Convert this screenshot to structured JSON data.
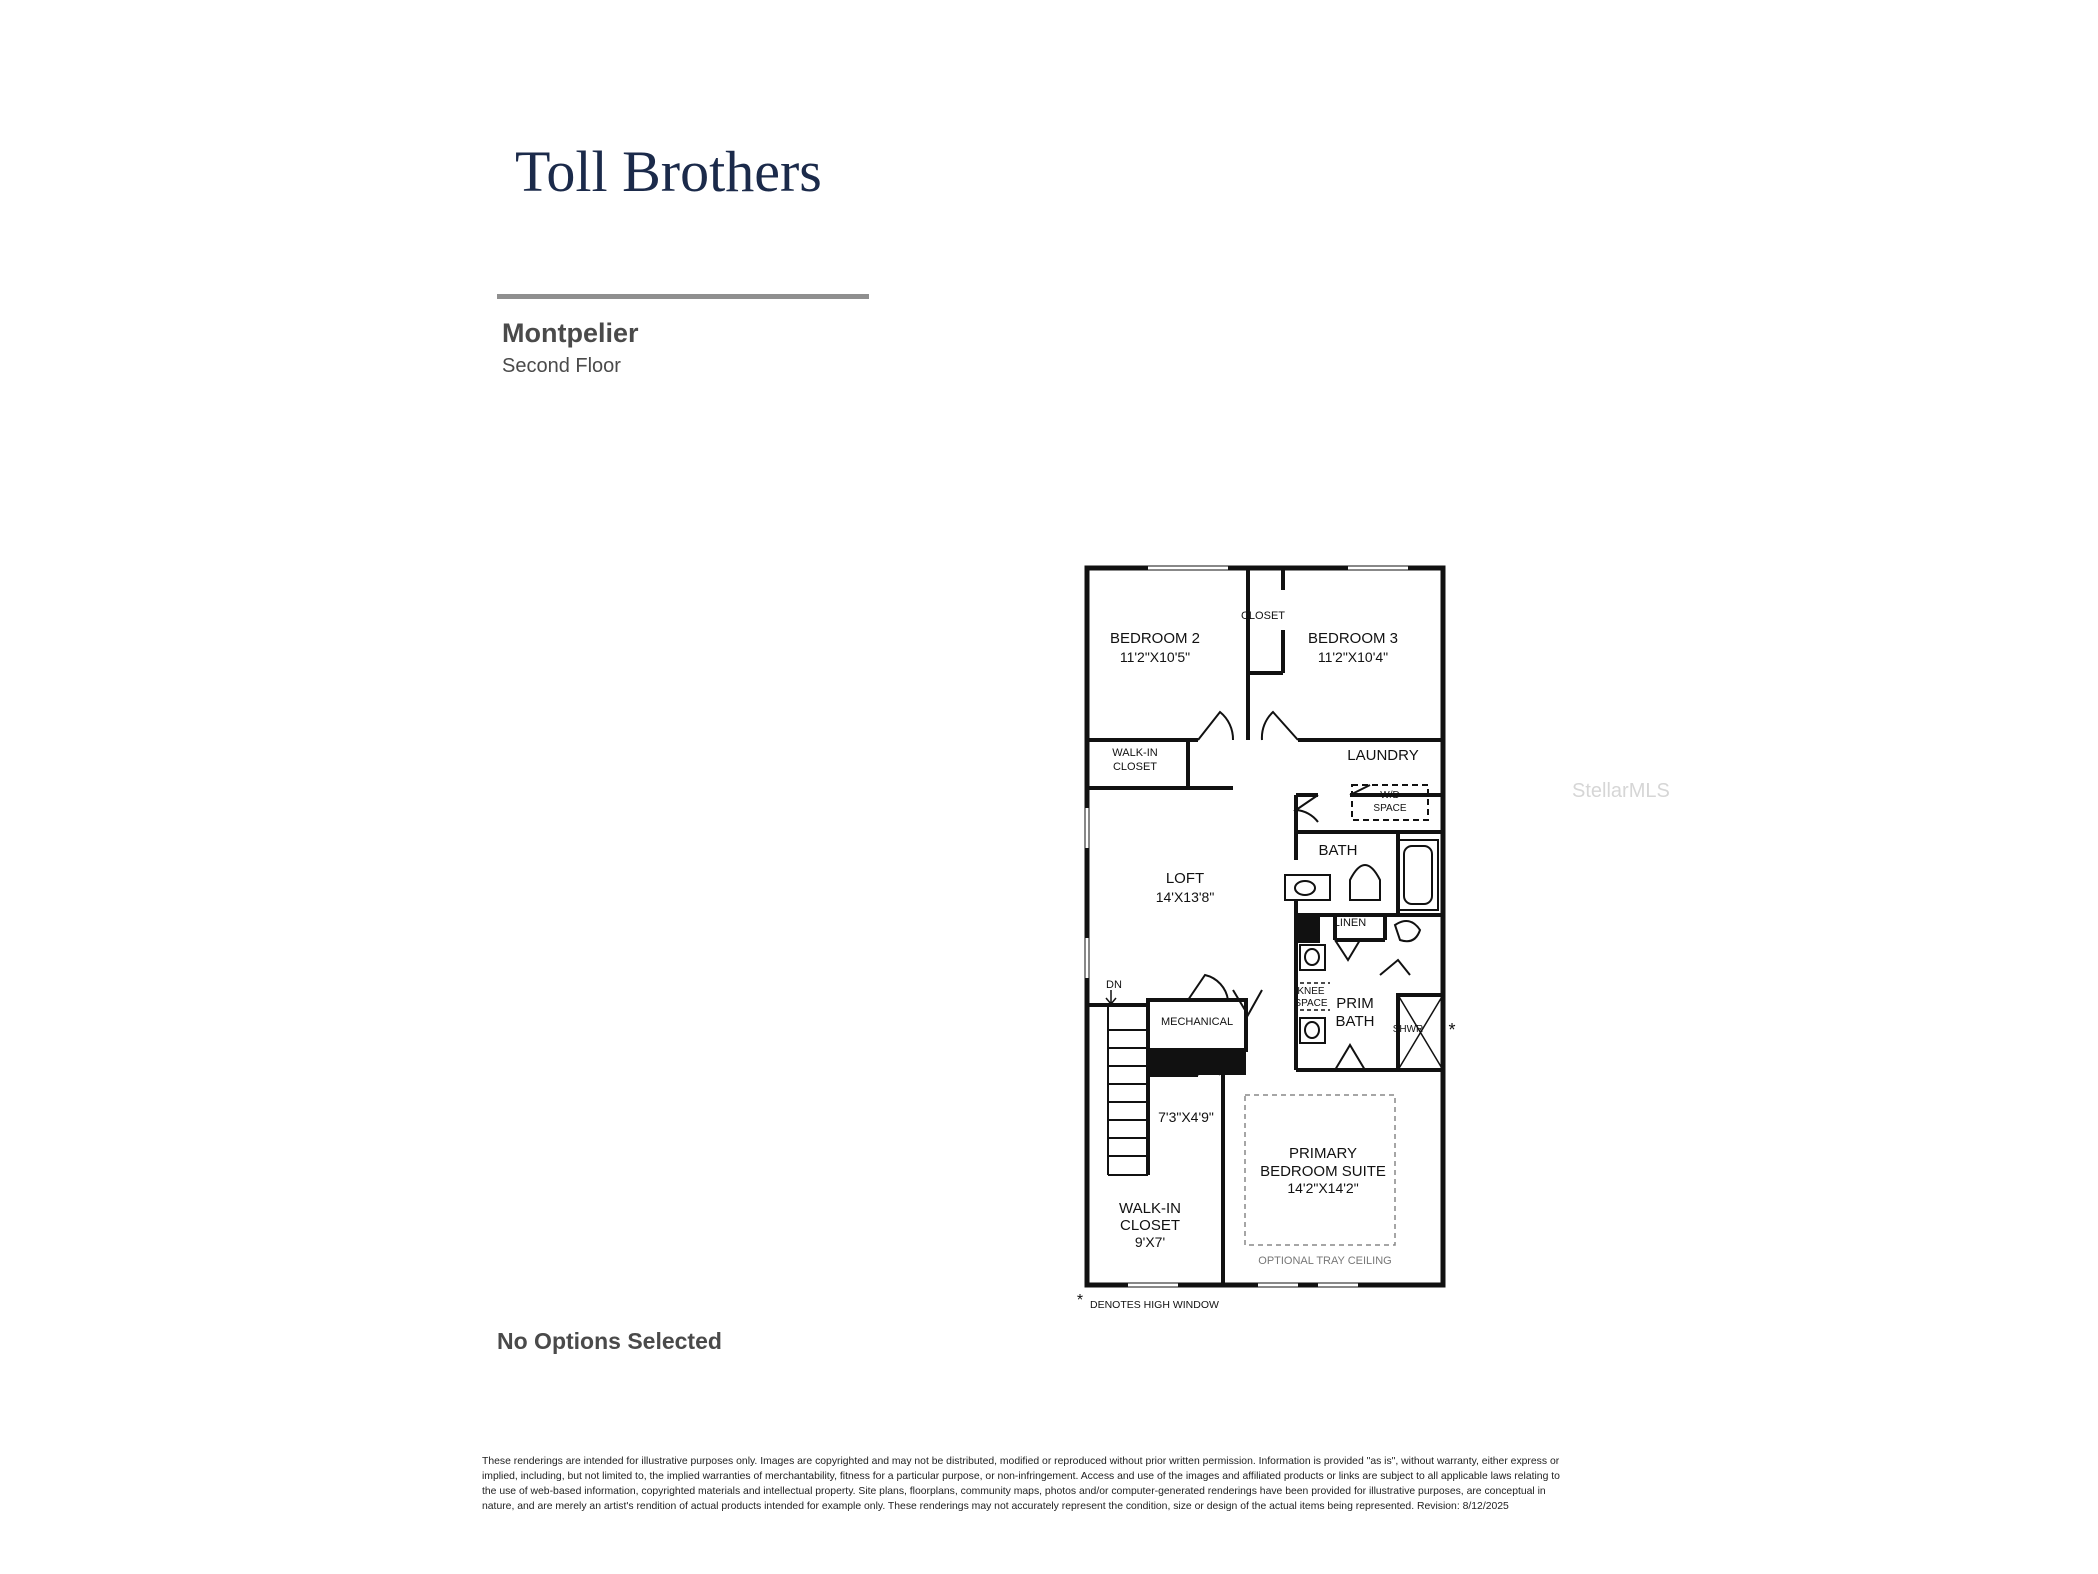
{
  "brand": {
    "logo_text": "Toll Brothers",
    "color": "#1b2a4a"
  },
  "plan": {
    "model_name": "Montpelier",
    "floor_name": "Second Floor",
    "options_status": "No Options Selected"
  },
  "rooms": {
    "bedroom2_name": "BEDROOM 2",
    "bedroom2_size": "11'2\"X10'5\"",
    "closet": "CLOSET",
    "bedroom3_name": "BEDROOM 3",
    "bedroom3_size": "11'2\"X10'4\"",
    "walkin_closet_small_1": "WALK-IN",
    "walkin_closet_small_2": "CLOSET",
    "laundry": "LAUNDRY",
    "wd_space_1": "W/D",
    "wd_space_2": "SPACE",
    "bath": "BATH",
    "loft_name": "LOFT",
    "loft_size": "14'X13'8\"",
    "linen": "LINEN",
    "knee_space_1": "KNEE",
    "knee_space_2": "SPACE",
    "prim_bath_1": "PRIM",
    "prim_bath_2": "BATH",
    "shwr": "SHWR",
    "dn": "DN",
    "mechanical": "MECHANICAL",
    "closet_dim": "7'3\"X4'9\"",
    "primary_suite_1": "PRIMARY",
    "primary_suite_2": "BEDROOM SUITE",
    "primary_suite_size": "14'2\"X14'2\"",
    "walkin_closet_large_1": "WALK-IN",
    "walkin_closet_large_2": "CLOSET",
    "walkin_closet_large_size": "9'X7'",
    "tray_ceiling": "OPTIONAL TRAY CEILING",
    "high_window_marker": "*",
    "high_window_note_marker": "*",
    "high_window_note": "DENOTES HIGH WINDOW"
  },
  "disclaimer": "These renderings are intended for illustrative purposes only. Images are copyrighted and may not be distributed, modified or reproduced without prior written permission. Information is provided \"as is\", without warranty, either express or implied, including, but not limited to, the implied warranties of merchantability, fitness for a particular purpose, or non-infringement. Access and use of the images and affiliated products or links are subject to all applicable laws relating to the use of web-based information, copyrighted materials and intellectual property. Site plans, floorplans, community maps, photos and/or computer-generated renderings have been provided for illustrative purposes, are conceptual in nature, and are merely an artist's rendition of actual products intended for example only. These renderings may not accurately represent the condition, size or design of the actual items being represented. Revision: 8/12/2025",
  "watermark": "StellarMLS"
}
